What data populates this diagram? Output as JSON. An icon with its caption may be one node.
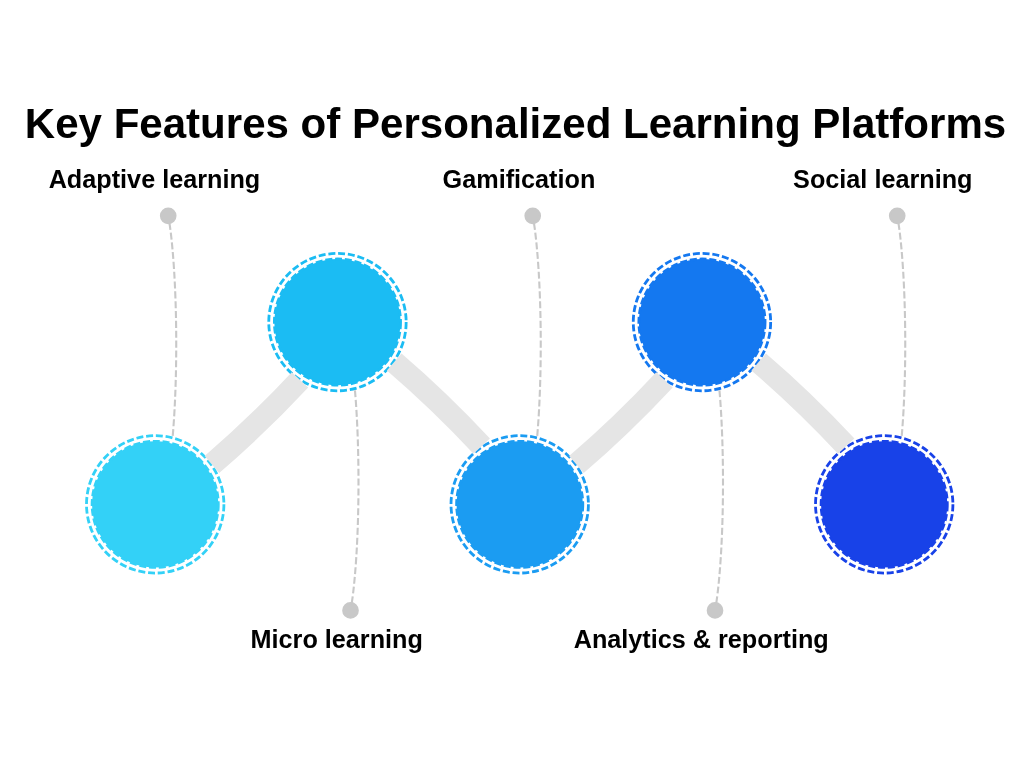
{
  "diagram": {
    "title": "Key Features of Personalized Learning Platforms",
    "nodes": [
      {
        "text": [
          "Adaptive learning"
        ]
      },
      {
        "text": [],
        "shape": "circle"
      },
      {
        "text": [],
        "shape": "circle"
      },
      {
        "text": [
          "Micro learning"
        ]
      },
      {
        "text": [
          "Gamification"
        ]
      },
      {
        "text": [],
        "shape": "circle"
      },
      {
        "text": [],
        "shape": "circle"
      },
      {
        "text": [
          "Analytics & reporting"
        ]
      },
      {
        "text": [
          "Social learning"
        ]
      },
      {
        "text": [],
        "shape": "circle"
      }
    ],
    "edges": [
      {
        "from": 0,
        "to": 1,
        "arrow": "other",
        "style": "dashed"
      },
      {
        "from": 3,
        "to": 2,
        "arrow": "other",
        "style": "dashed"
      },
      {
        "from": 4,
        "to": 5,
        "arrow": "other",
        "style": "dashed"
      },
      {
        "from": 7,
        "to": 6,
        "arrow": "other",
        "style": "dashed"
      },
      {
        "from": 8,
        "to": 9,
        "arrow": "other",
        "style": "dashed"
      },
      {
        "from": 1,
        "to": 2,
        "arrow": "none",
        "style": "thick",
        "color": "#e5e5e5"
      },
      {
        "from": 2,
        "to": 5,
        "arrow": "none",
        "style": "thick",
        "color": "#e5e5e5"
      },
      {
        "from": 5,
        "to": 6,
        "arrow": "none",
        "style": "thick",
        "color": "#e5e5e5"
      },
      {
        "from": 6,
        "to": 9,
        "arrow": "none",
        "style": "thick",
        "color": "#e5e5e5"
      }
    ]
  }
}
